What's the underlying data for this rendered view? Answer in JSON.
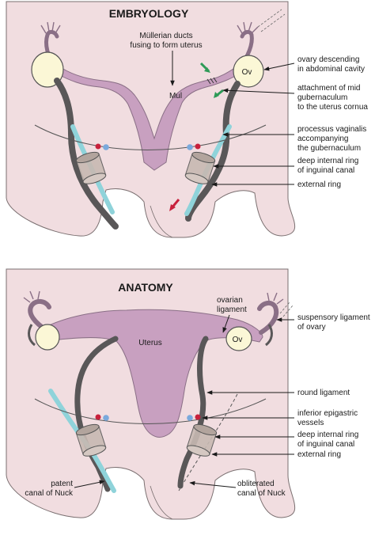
{
  "panel_top": {
    "title": "EMBRYOLOGY",
    "mullerian_label": [
      "Müllerian ducts",
      "fusing to form uterus"
    ],
    "mul_label": "Mul",
    "ov_label": "Ov",
    "labels": [
      [
        "ovary descending",
        "in abdominal cavity"
      ],
      [
        "attachment of mid",
        "gubernaculum",
        "to the uterus cornua"
      ],
      [
        "processus vaginalis",
        "accompanying",
        "the gubernaculum"
      ],
      [
        "deep internal ring",
        "of inguinal canal"
      ],
      [
        "external ring"
      ]
    ]
  },
  "panel_bottom": {
    "title": "ANATOMY",
    "uterus_label": "Uterus",
    "ov_label": "Ov",
    "ovarian_ligament": [
      "ovarian",
      "ligament"
    ],
    "patent_label": [
      "patent",
      "canal of Nuck"
    ],
    "obliterated_label": [
      "obliterated",
      "canal of Nuck"
    ],
    "labels": [
      [
        "suspensory ligament",
        "of ovary"
      ],
      [
        "round ligament"
      ],
      [
        "inferior epigastric",
        "vessels"
      ],
      [
        "deep internal ring",
        "of inguinal canal"
      ],
      [
        "external ring"
      ]
    ]
  },
  "colors": {
    "skin": "#f1dde0",
    "uterus": "#c8a0c0",
    "ovary": "#fbf7d6",
    "gubernaculum": "#595758",
    "processus": "#8fd3da",
    "ring": "#c7b9b2",
    "vessel_red": "#c8203c",
    "vessel_blue": "#7aa9dc",
    "arrow_green": "#2e9a57",
    "arrow_red": "#c8203c"
  }
}
